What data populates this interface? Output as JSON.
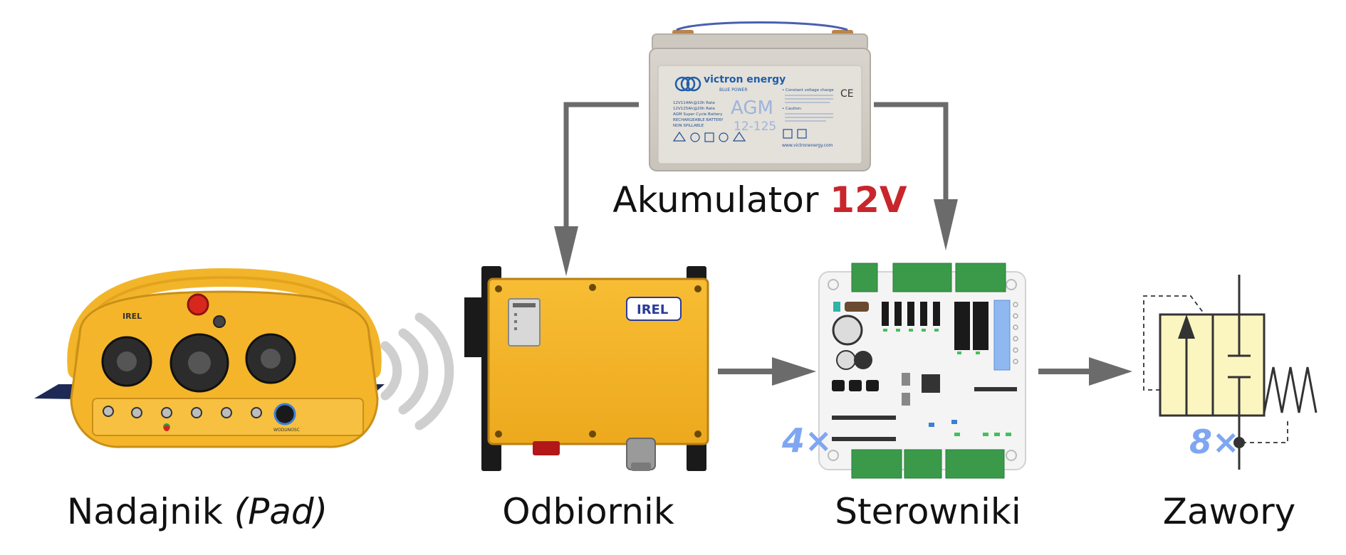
{
  "labels": {
    "battery_text": "Akumulator ",
    "battery_voltage": "12V",
    "transmitter_text": "Nadajnik ",
    "transmitter_paren": "(Pad)",
    "receiver": "Odbiornik",
    "controllers": "Sterowniki",
    "valves": "Zawory"
  },
  "multipliers": {
    "controllers": "4×",
    "valves": "8×"
  },
  "battery_print": {
    "brand": "victron energy",
    "brand_sub": "BLUE POWER",
    "chem": "AGM",
    "model": "12-125",
    "ce": "CE",
    "specs": [
      "12V114Ah@10h Rate",
      "12V125Ah@20h Rate",
      "AGM Super Cycle Battery",
      "RECHARGEABLE BATTERY",
      "NON SPILLABLE"
    ],
    "charge_title": "• Constant voltage charge",
    "caution_title": "• Caution:",
    "website": "www.victronenergy.com"
  },
  "receiver_print": {
    "brand": "IREL"
  },
  "pad_print": {
    "brand": "IREL",
    "badge": "WODUNOSC"
  },
  "colors": {
    "arrow": "#6b6b6b",
    "accent_red": "#c8262c",
    "multiplier_blue": "#7fa6f2",
    "housing_yellow": "#f4b52a",
    "pcb_green": "#3a9a4a",
    "valve_fill": "#fbf5c0"
  },
  "icons": [
    "wireless-signal-icon",
    "flow-arrow-icon"
  ]
}
